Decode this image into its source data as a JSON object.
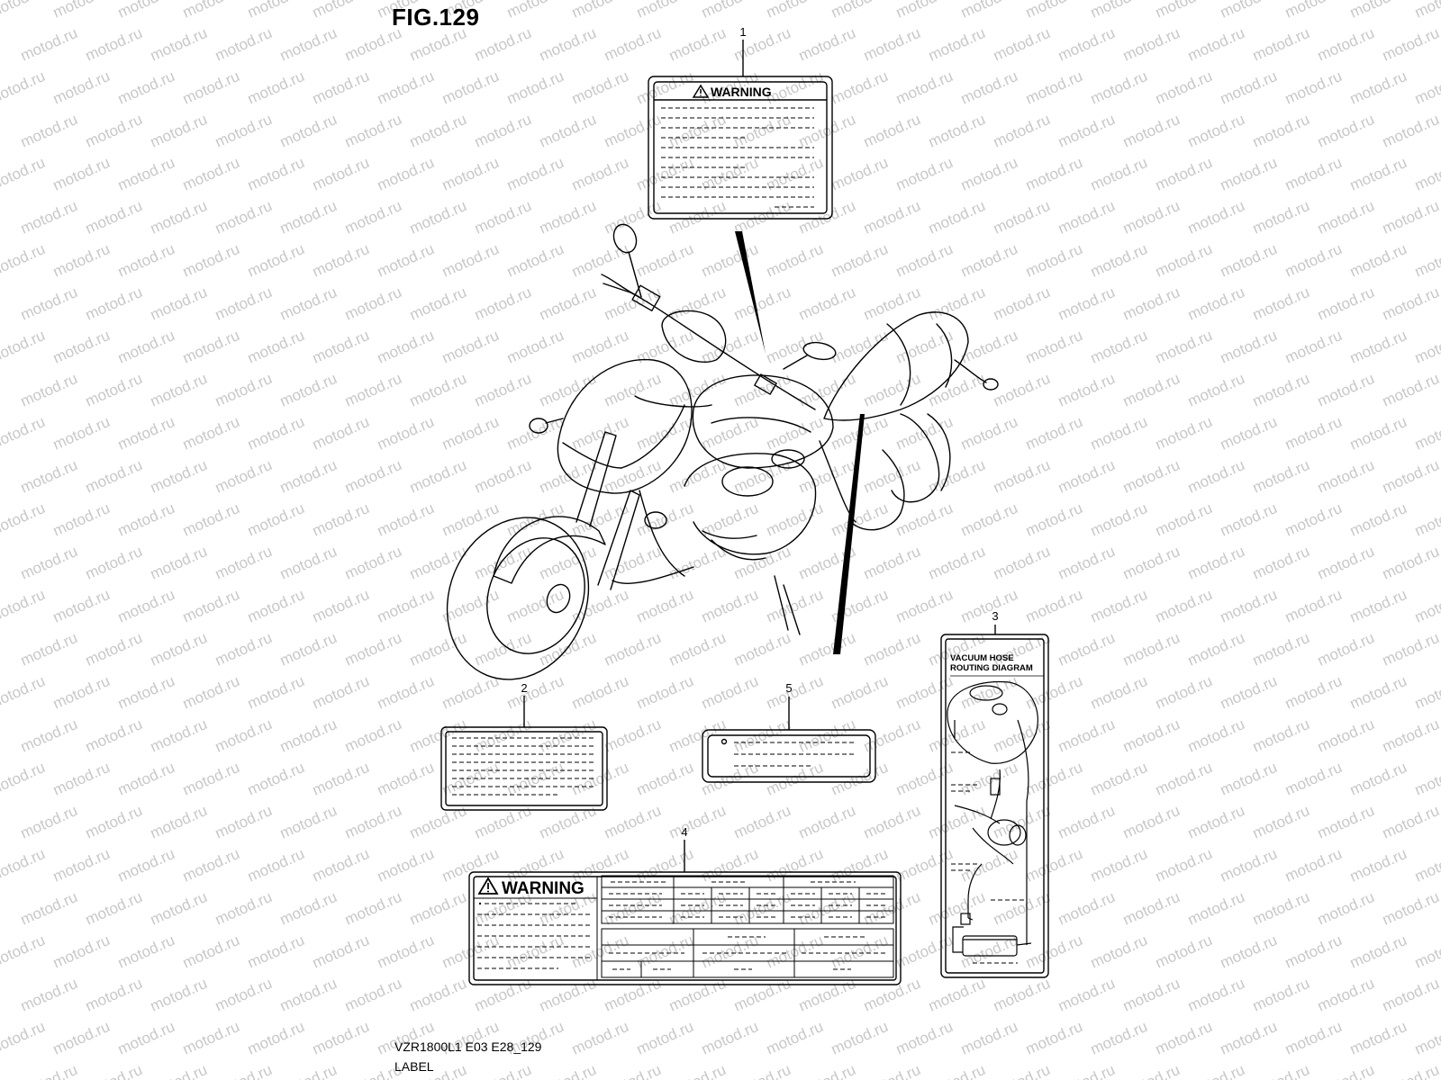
{
  "figure": {
    "title": "FIG.129",
    "code": "VZR1800L1 E03 E28_129",
    "caption": "LABEL"
  },
  "callouts": [
    "1",
    "2",
    "3",
    "4",
    "5"
  ],
  "labels": {
    "label1": {
      "heading": "WARNING"
    },
    "label3": {
      "heading_line1": "VACUUM HOSE",
      "heading_line2": "ROUTING DIAGRAM"
    },
    "label4": {
      "heading": "WARNING"
    }
  },
  "watermark": {
    "text": "motod.ru",
    "color": "#c8c8c8"
  },
  "icons": [
    "warning-triangle-icon",
    "motorcycle-illustration",
    "fuel-tank-illustration",
    "vacuum-hose-illustration",
    "canister-illustration"
  ]
}
